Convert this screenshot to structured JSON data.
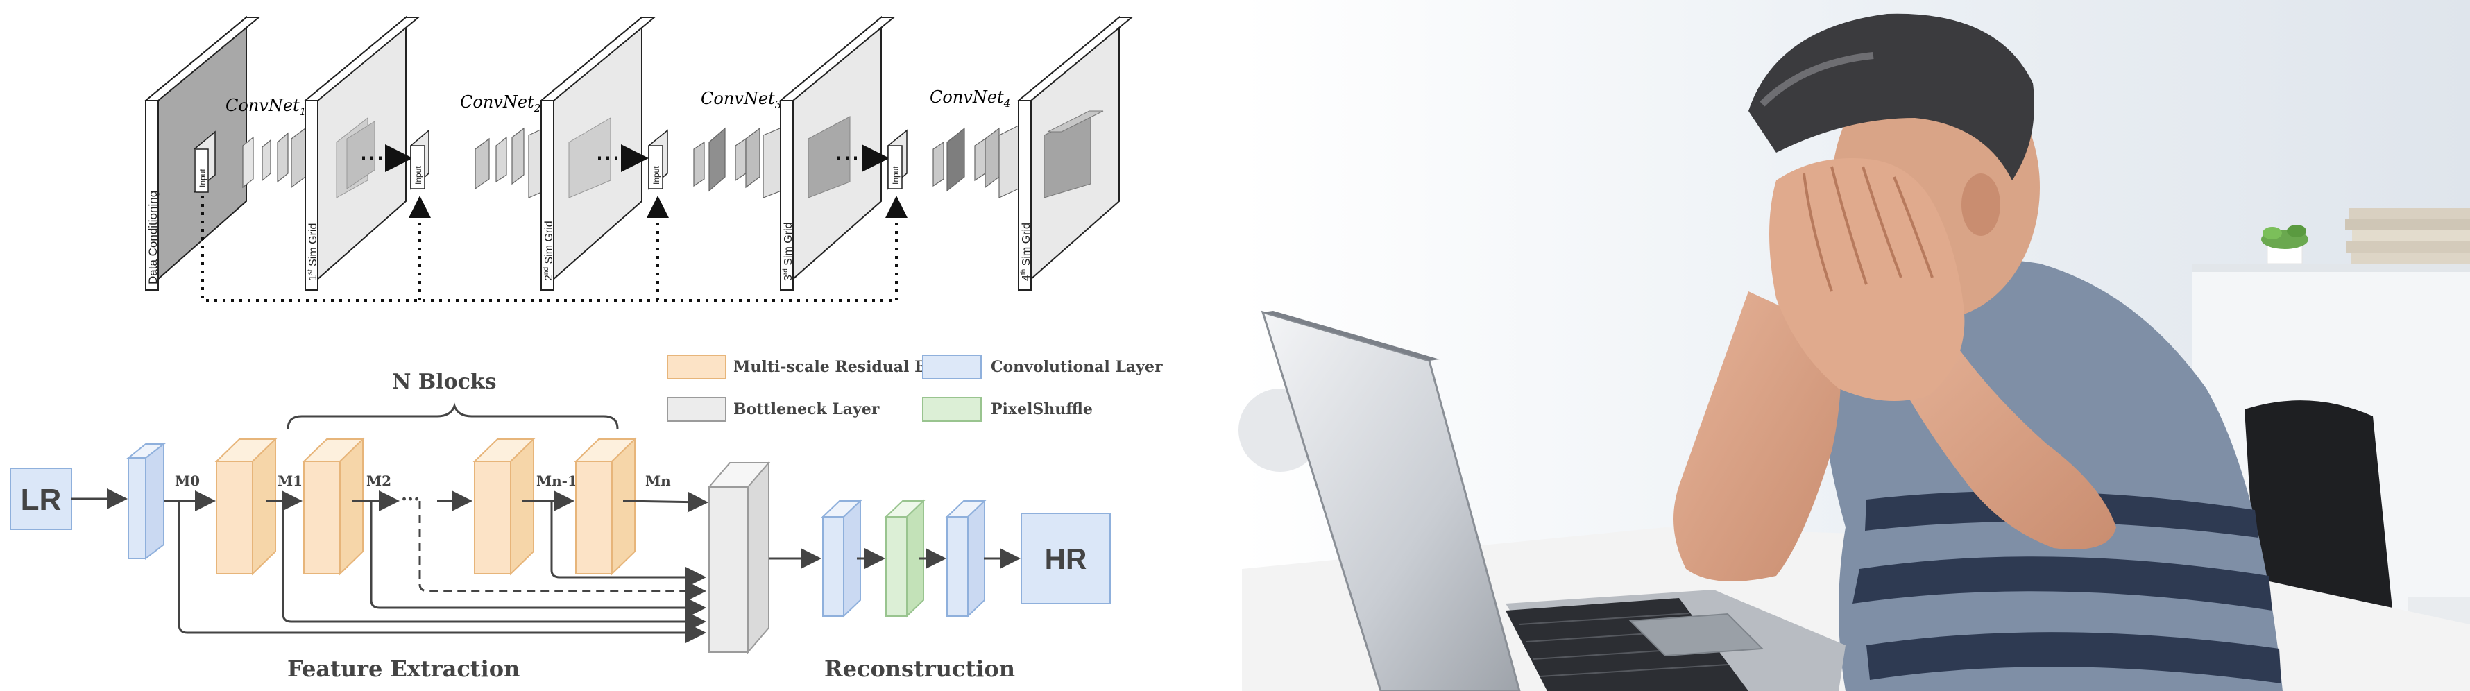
{
  "top_diagram": {
    "left_label": "Data Conditioning",
    "input_label": "Input",
    "convnets": [
      {
        "name": "ConvNet",
        "sub": "1",
        "grid_prefix": "1",
        "grid_sup": "st",
        "grid_label": " Sim Grid"
      },
      {
        "name": "ConvNet",
        "sub": "2",
        "grid_prefix": "2",
        "grid_sup": "nd",
        "grid_label": " Sim Grid"
      },
      {
        "name": "ConvNet",
        "sub": "3",
        "grid_prefix": "3",
        "grid_sup": "rd",
        "grid_label": " Sim Grid"
      },
      {
        "name": "ConvNet",
        "sub": "4",
        "grid_prefix": "4",
        "grid_sup": "th",
        "grid_label": " Sim Grid"
      }
    ]
  },
  "bottom_diagram": {
    "title": "N Blocks",
    "lr_label": "LR",
    "hr_label": "HR",
    "feature_labels": [
      "M0",
      "M1",
      "M2",
      "Mn-1",
      "Mn"
    ],
    "dots": "···",
    "section_labels": {
      "feature_extraction": "Feature Extraction",
      "reconstruction": "Reconstruction"
    },
    "legend": [
      {
        "label": "Multi-scale Residual Block",
        "color": "#fce3c6",
        "border": "#e7b57a"
      },
      {
        "label": "Convolutional Layer",
        "color": "#dde8f8",
        "border": "#8fb0dc"
      },
      {
        "label": "Bottleneck Layer",
        "color": "#ececec",
        "border": "#9b9b9b"
      },
      {
        "label": "PixelShuffle",
        "color": "#dcefd6",
        "border": "#99c48f"
      }
    ]
  },
  "photo": {
    "subject": "frustrated-man-with-hands-on-face-at-laptop"
  }
}
